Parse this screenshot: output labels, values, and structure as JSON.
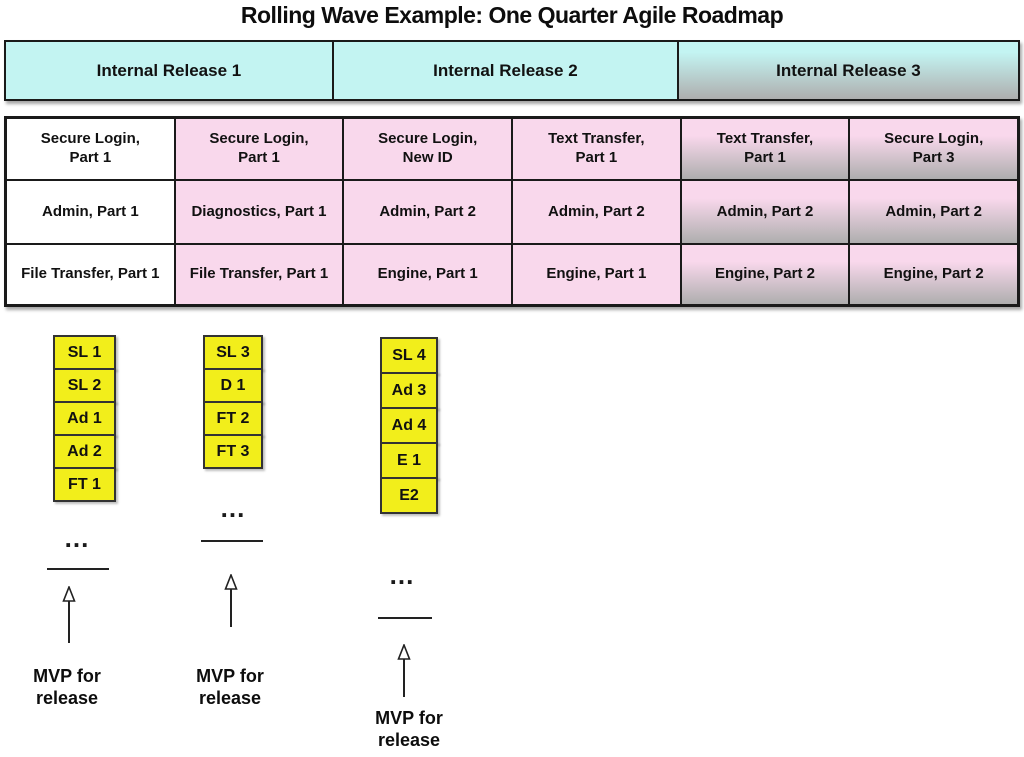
{
  "title": "Rolling Wave Example: One Quarter Agile Roadmap",
  "colors": {
    "cyan": "#c3f4f2",
    "pink": "#f9d8ec",
    "fade_gray": "#aeaeae",
    "yellow": "#f2ee1b",
    "border": "#1a1a1a"
  },
  "releases": [
    {
      "label": "Internal Release 1"
    },
    {
      "label": "Internal Release 2"
    },
    {
      "label": "Internal Release 3"
    }
  ],
  "grid": {
    "rows": [
      {
        "cells": [
          {
            "text": "Secure Login,\nPart 1"
          },
          {
            "text": "Secure Login,\nPart 1"
          },
          {
            "text": "Secure Login,\nNew ID"
          },
          {
            "text": "Text Transfer,\nPart 1"
          },
          {
            "text": "Text Transfer,\nPart 1"
          },
          {
            "text": "Secure Login,\nPart 3"
          }
        ]
      },
      {
        "cells": [
          {
            "text": "Admin, Part 1"
          },
          {
            "text": "Diagnostics, Part 1"
          },
          {
            "text": "Admin, Part 2"
          },
          {
            "text": "Admin, Part 2"
          },
          {
            "text": "Admin, Part 2"
          },
          {
            "text": "Admin, Part 2"
          }
        ]
      },
      {
        "cells": [
          {
            "text": "File Transfer, Part 1"
          },
          {
            "text": "File Transfer, Part 1"
          },
          {
            "text": "Engine, Part 1"
          },
          {
            "text": "Engine, Part 1"
          },
          {
            "text": "Engine, Part 2"
          },
          {
            "text": "Engine, Part 2"
          }
        ]
      }
    ]
  },
  "stacks": [
    {
      "items": [
        "SL 1",
        "SL 2",
        "Ad 1",
        "Ad 2",
        "FT 1"
      ],
      "ellipsis": "...",
      "mvp_label": "MVP for\nrelease"
    },
    {
      "items": [
        "SL 3",
        "D 1",
        "FT 2",
        "FT 3"
      ],
      "ellipsis": "...",
      "mvp_label": "MVP for\nrelease"
    },
    {
      "items": [
        "SL 4",
        "Ad 3",
        "Ad 4",
        "E 1",
        "E2"
      ],
      "ellipsis": "...",
      "mvp_label": "MVP for\nrelease"
    }
  ]
}
